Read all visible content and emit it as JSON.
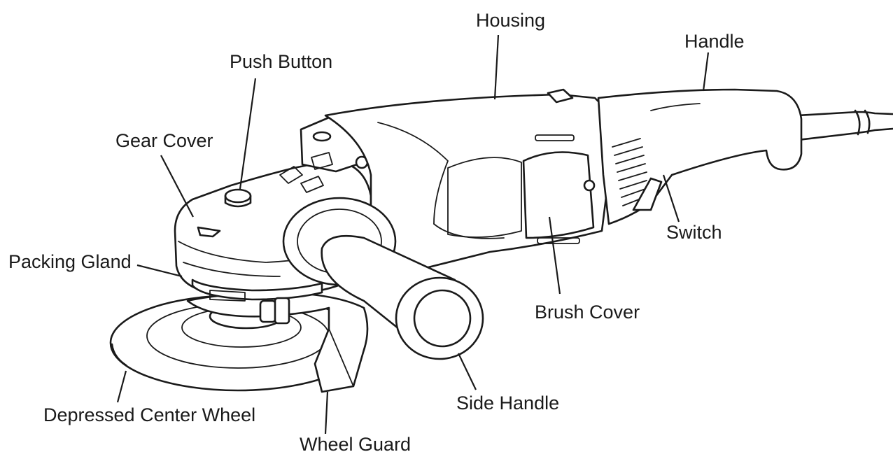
{
  "diagram": {
    "labels": {
      "housing": "Housing",
      "handle": "Handle",
      "push_button": "Push Button",
      "gear_cover": "Gear Cover",
      "switch": "Switch",
      "packing_gland": "Packing Gland",
      "brush_cover": "Brush Cover",
      "side_handle": "Side Handle",
      "depressed_center_wheel": "Depressed Center Wheel",
      "wheel_guard": "Wheel Guard"
    }
  }
}
